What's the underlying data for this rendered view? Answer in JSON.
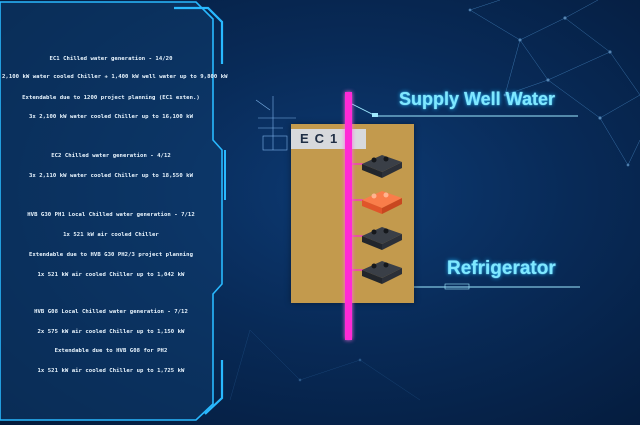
{
  "panel": {
    "lines": [
      "EC1 Chilled water generation - 14/20",
      "2,100 kW  water cooled Chiller + 1,400 kW well water up to 9,800 kW",
      "Extendable due to 1200 project planning (EC1 exten.)",
      "3x 2,100 kW water cooled Chiller up to 16,100 kW",
      "EC2 Chilled water generation - 4/12",
      "3x 2,110 kW water cooled Chiller up to 18,550 kW",
      "HVB G30 PH1 Local Chilled water generation - 7/12",
      "1x 521 kW air cooled Chiller",
      "Extendable due to HVB G30 PH2/3 project planning",
      "1x 521 kW air cooled Chiller up to 1,042 kW",
      "HVB G08  Local Chilled water generation - 7/12",
      "2x 575 kW air cooled Chiller up to 1,150 kW",
      "Extendable due to HVB G08 for PH2",
      "1x 521 kW air cooled Chiller up to 1,725 kW"
    ]
  },
  "diagram": {
    "block_label": "EC1",
    "supply_label": "Supply Well Water",
    "refrigerator_label": "Refrigerator"
  },
  "colors": {
    "background": "#082a57",
    "panel_border": "#29b9ff",
    "block": "#c39a4d",
    "pipe": "#ff2ad6",
    "label_glow": "#7fe8ff",
    "highlight_unit": "#ff6a3a"
  }
}
